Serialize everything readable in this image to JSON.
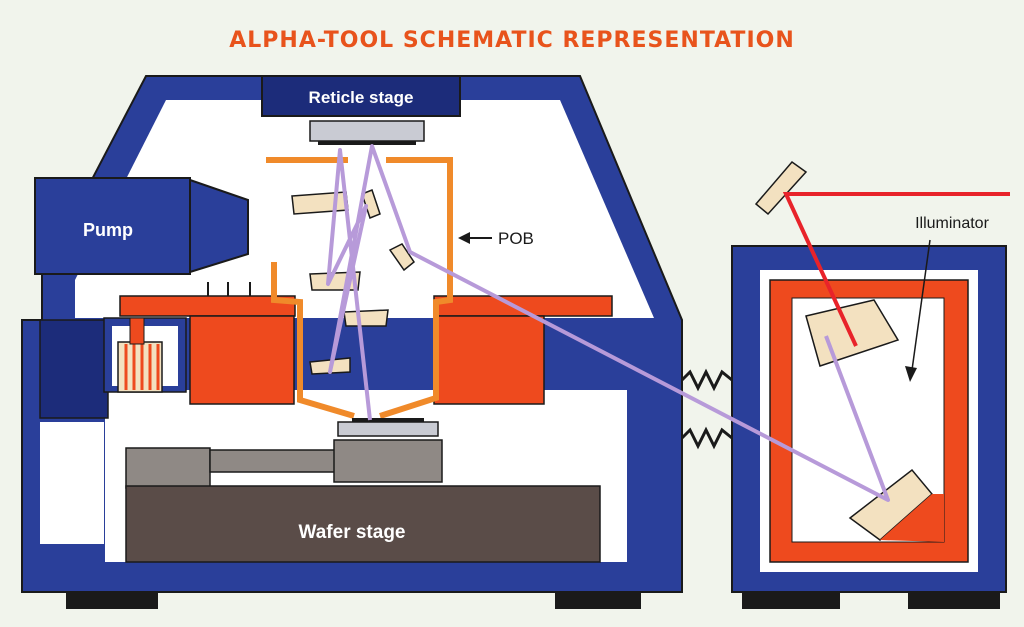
{
  "diagram": {
    "title": "ALPHA-TOOL SCHEMATIC REPRESENTATION",
    "labels": {
      "reticle_stage": "Reticle stage",
      "pump": "Pump",
      "pob": "POB",
      "illuminator": "Illuminator",
      "wafer_stage": "Wafer stage"
    }
  },
  "colors": {
    "title": "#e8531c",
    "frame": "#2a3f9a",
    "frame_dark": "#1c2c7a",
    "interior": "#ffffff",
    "orange": "#ee4a1e",
    "pob_orange": "#f08a2a",
    "mirror": "#f3e1c0",
    "beam": "#b79ad9",
    "laser": "#e8232a",
    "stage_gray": "#5a4c48",
    "stage_light": "#8f8985",
    "reticle_gray": "#c9cbd3",
    "feet": "#1a1a1a"
  }
}
